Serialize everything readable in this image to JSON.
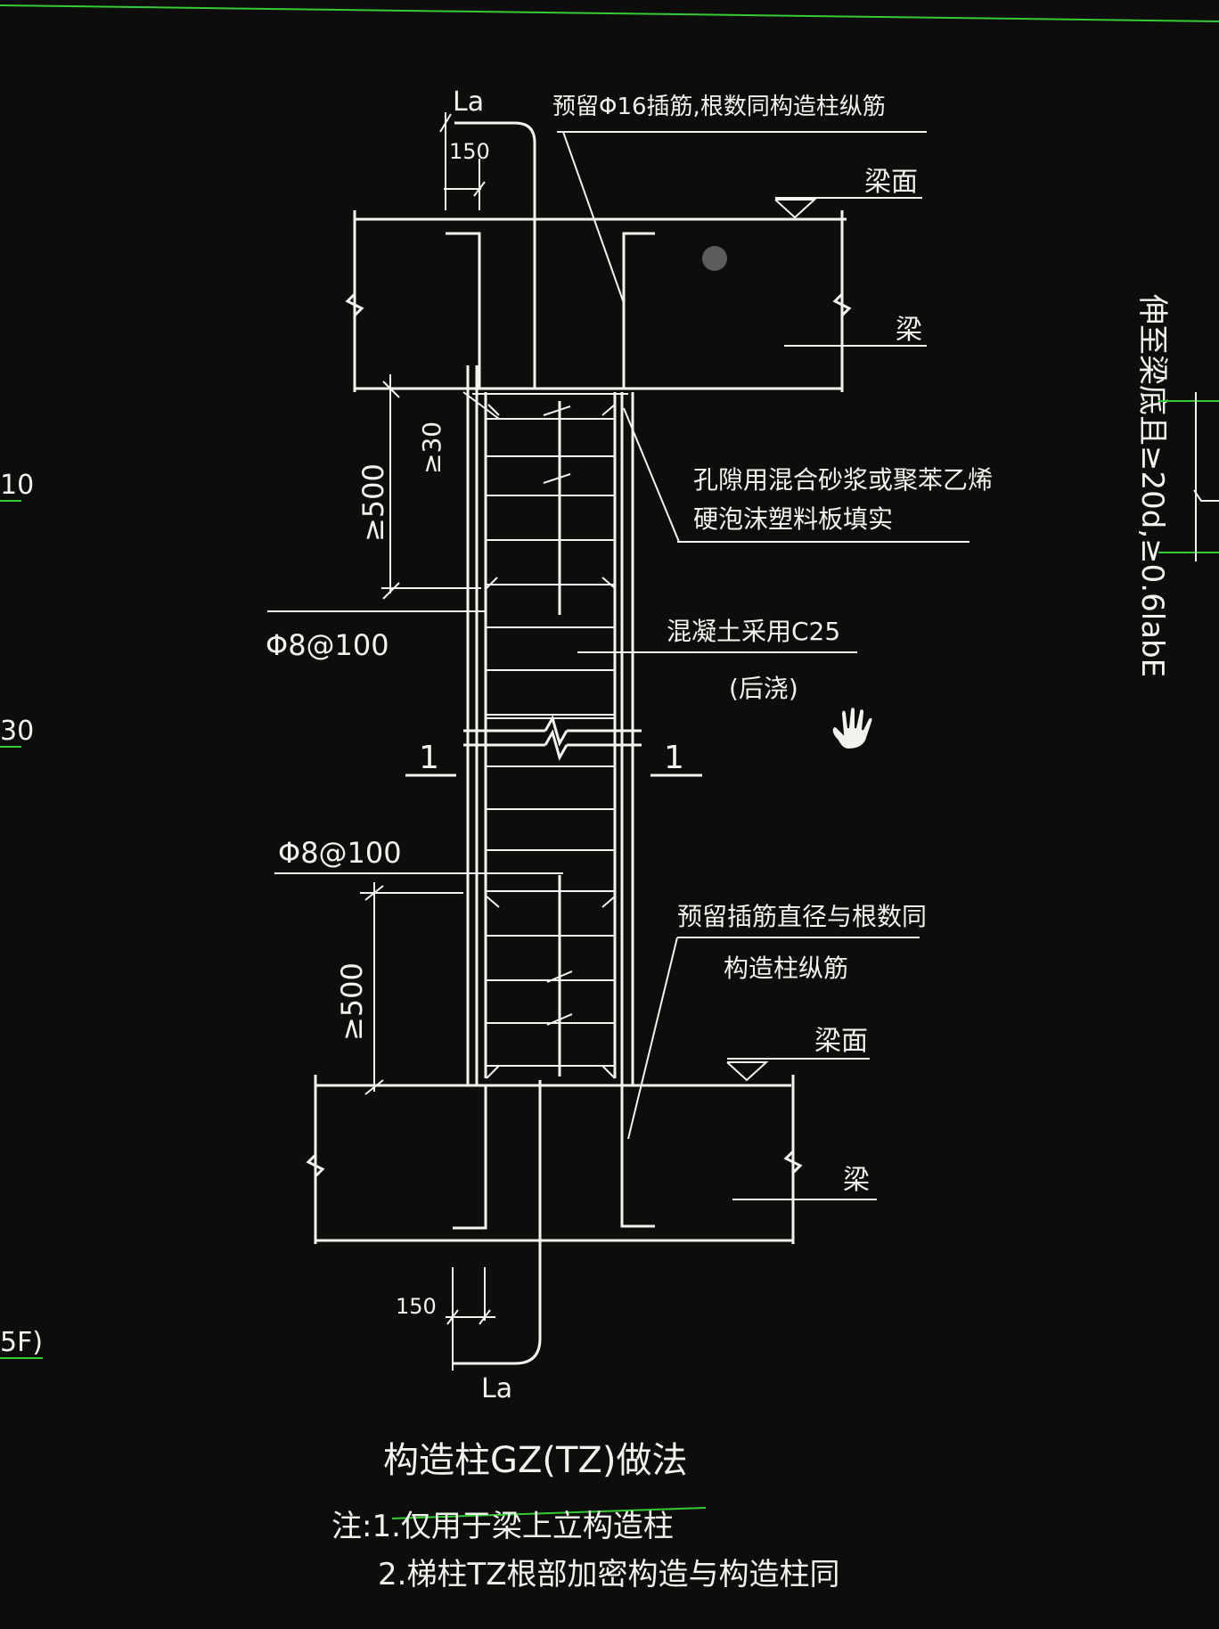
{
  "drawing": {
    "top_dim_La": "La",
    "top_dim_150": "150",
    "note_top_rebar": "预留Φ16插筋,根数同构造柱纵筋",
    "label_beam_face_top": "梁面",
    "label_beam_top": "梁",
    "dim_500_upper": "≥500",
    "dim_30": "≥30",
    "note_gap_line1": "孔隙用混合砂浆或聚苯乙烯",
    "note_gap_line2": "硬泡沫塑料板填实",
    "stirrup_upper": "Φ8@100",
    "note_concrete": "混凝土采用C25",
    "note_pour_later": "(后浇)",
    "section_mark_left": "1",
    "section_mark_right": "1",
    "stirrup_lower": "Φ8@100",
    "dim_500_lower": "≥500",
    "note_bottom_rebar_line1": "预留插筋直径与根数同",
    "note_bottom_rebar_line2": "构造柱纵筋",
    "label_beam_face_bottom": "梁面",
    "label_beam_bottom": "梁",
    "bottom_dim_150": "150",
    "bottom_dim_La": "La",
    "title": "构造柱GZ(TZ)做法",
    "note_1": "注:1.仅用于梁上立构造柱",
    "note_2": "2.梯柱TZ根部加密构造与构造柱同",
    "right_rotated_text": "伸至梁底且≥20d,≥0.6labE",
    "left_edge_texts": [
      "10",
      "30",
      "5F)"
    ]
  },
  "colors": {
    "background": "#0d0d0c",
    "lines": "#f2f2ee",
    "accent": "#33cc33"
  },
  "icons": [
    "hand-cursor-icon",
    "datum-triangle-icon"
  ]
}
